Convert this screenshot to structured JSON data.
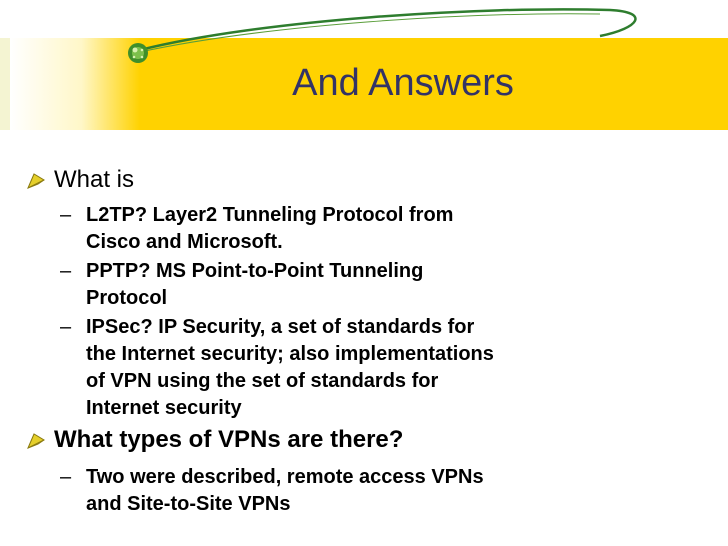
{
  "slide": {
    "title": "And Answers",
    "items": [
      {
        "text": "What is",
        "bold": false,
        "subitems": [
          {
            "text": "L2TP? Layer2 Tunneling Protocol from\nCisco and Microsoft."
          },
          {
            "text": "PPTP? MS Point-to-Point Tunneling\nProtocol"
          },
          {
            "text": "IPSec?  IP Security, a set of standards for\nthe Internet security; also implementations\nof VPN using the set of standards for\nInternet security"
          }
        ]
      },
      {
        "text": "What types of VPNs are there?",
        "bold": true,
        "subitems": [
          {
            "text": "Two were described, remote access VPNs\nand Site-to-Site VPNs"
          }
        ]
      }
    ],
    "dash": "–"
  },
  "colors": {
    "title_bar": "#ffd200",
    "title_text": "#333366",
    "swoosh": "#2e7d2e",
    "bullet": "#c8b400"
  },
  "icons": {
    "bullet": "diamond-bullet-icon",
    "ornament": "green-sphere-icon"
  }
}
